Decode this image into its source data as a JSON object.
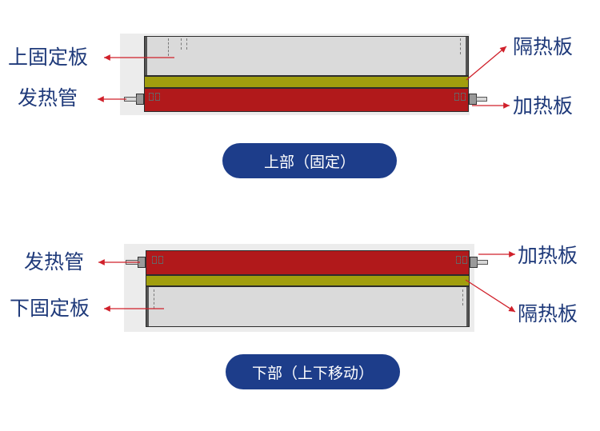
{
  "top_section": {
    "labels": {
      "fixed_plate": "上固定板",
      "heating_tube": "发热管",
      "insulation_plate": "隔热板",
      "heating_plate": "加热板"
    },
    "caption": "上部（固定）"
  },
  "bottom_section": {
    "labels": {
      "heating_tube": "发热管",
      "fixed_plate": "下固定板",
      "heating_plate": "加热板",
      "insulation_plate": "隔热板"
    },
    "caption": "下部（上下移动）"
  },
  "colors": {
    "fixed_plate": "#dadada",
    "insulation_plate": "#a19e0e",
    "heating_plate": "#b1191b",
    "arrow": "#d0202a",
    "label_text": "#1f3a7a",
    "caption_bg": "#1d3d8a"
  }
}
